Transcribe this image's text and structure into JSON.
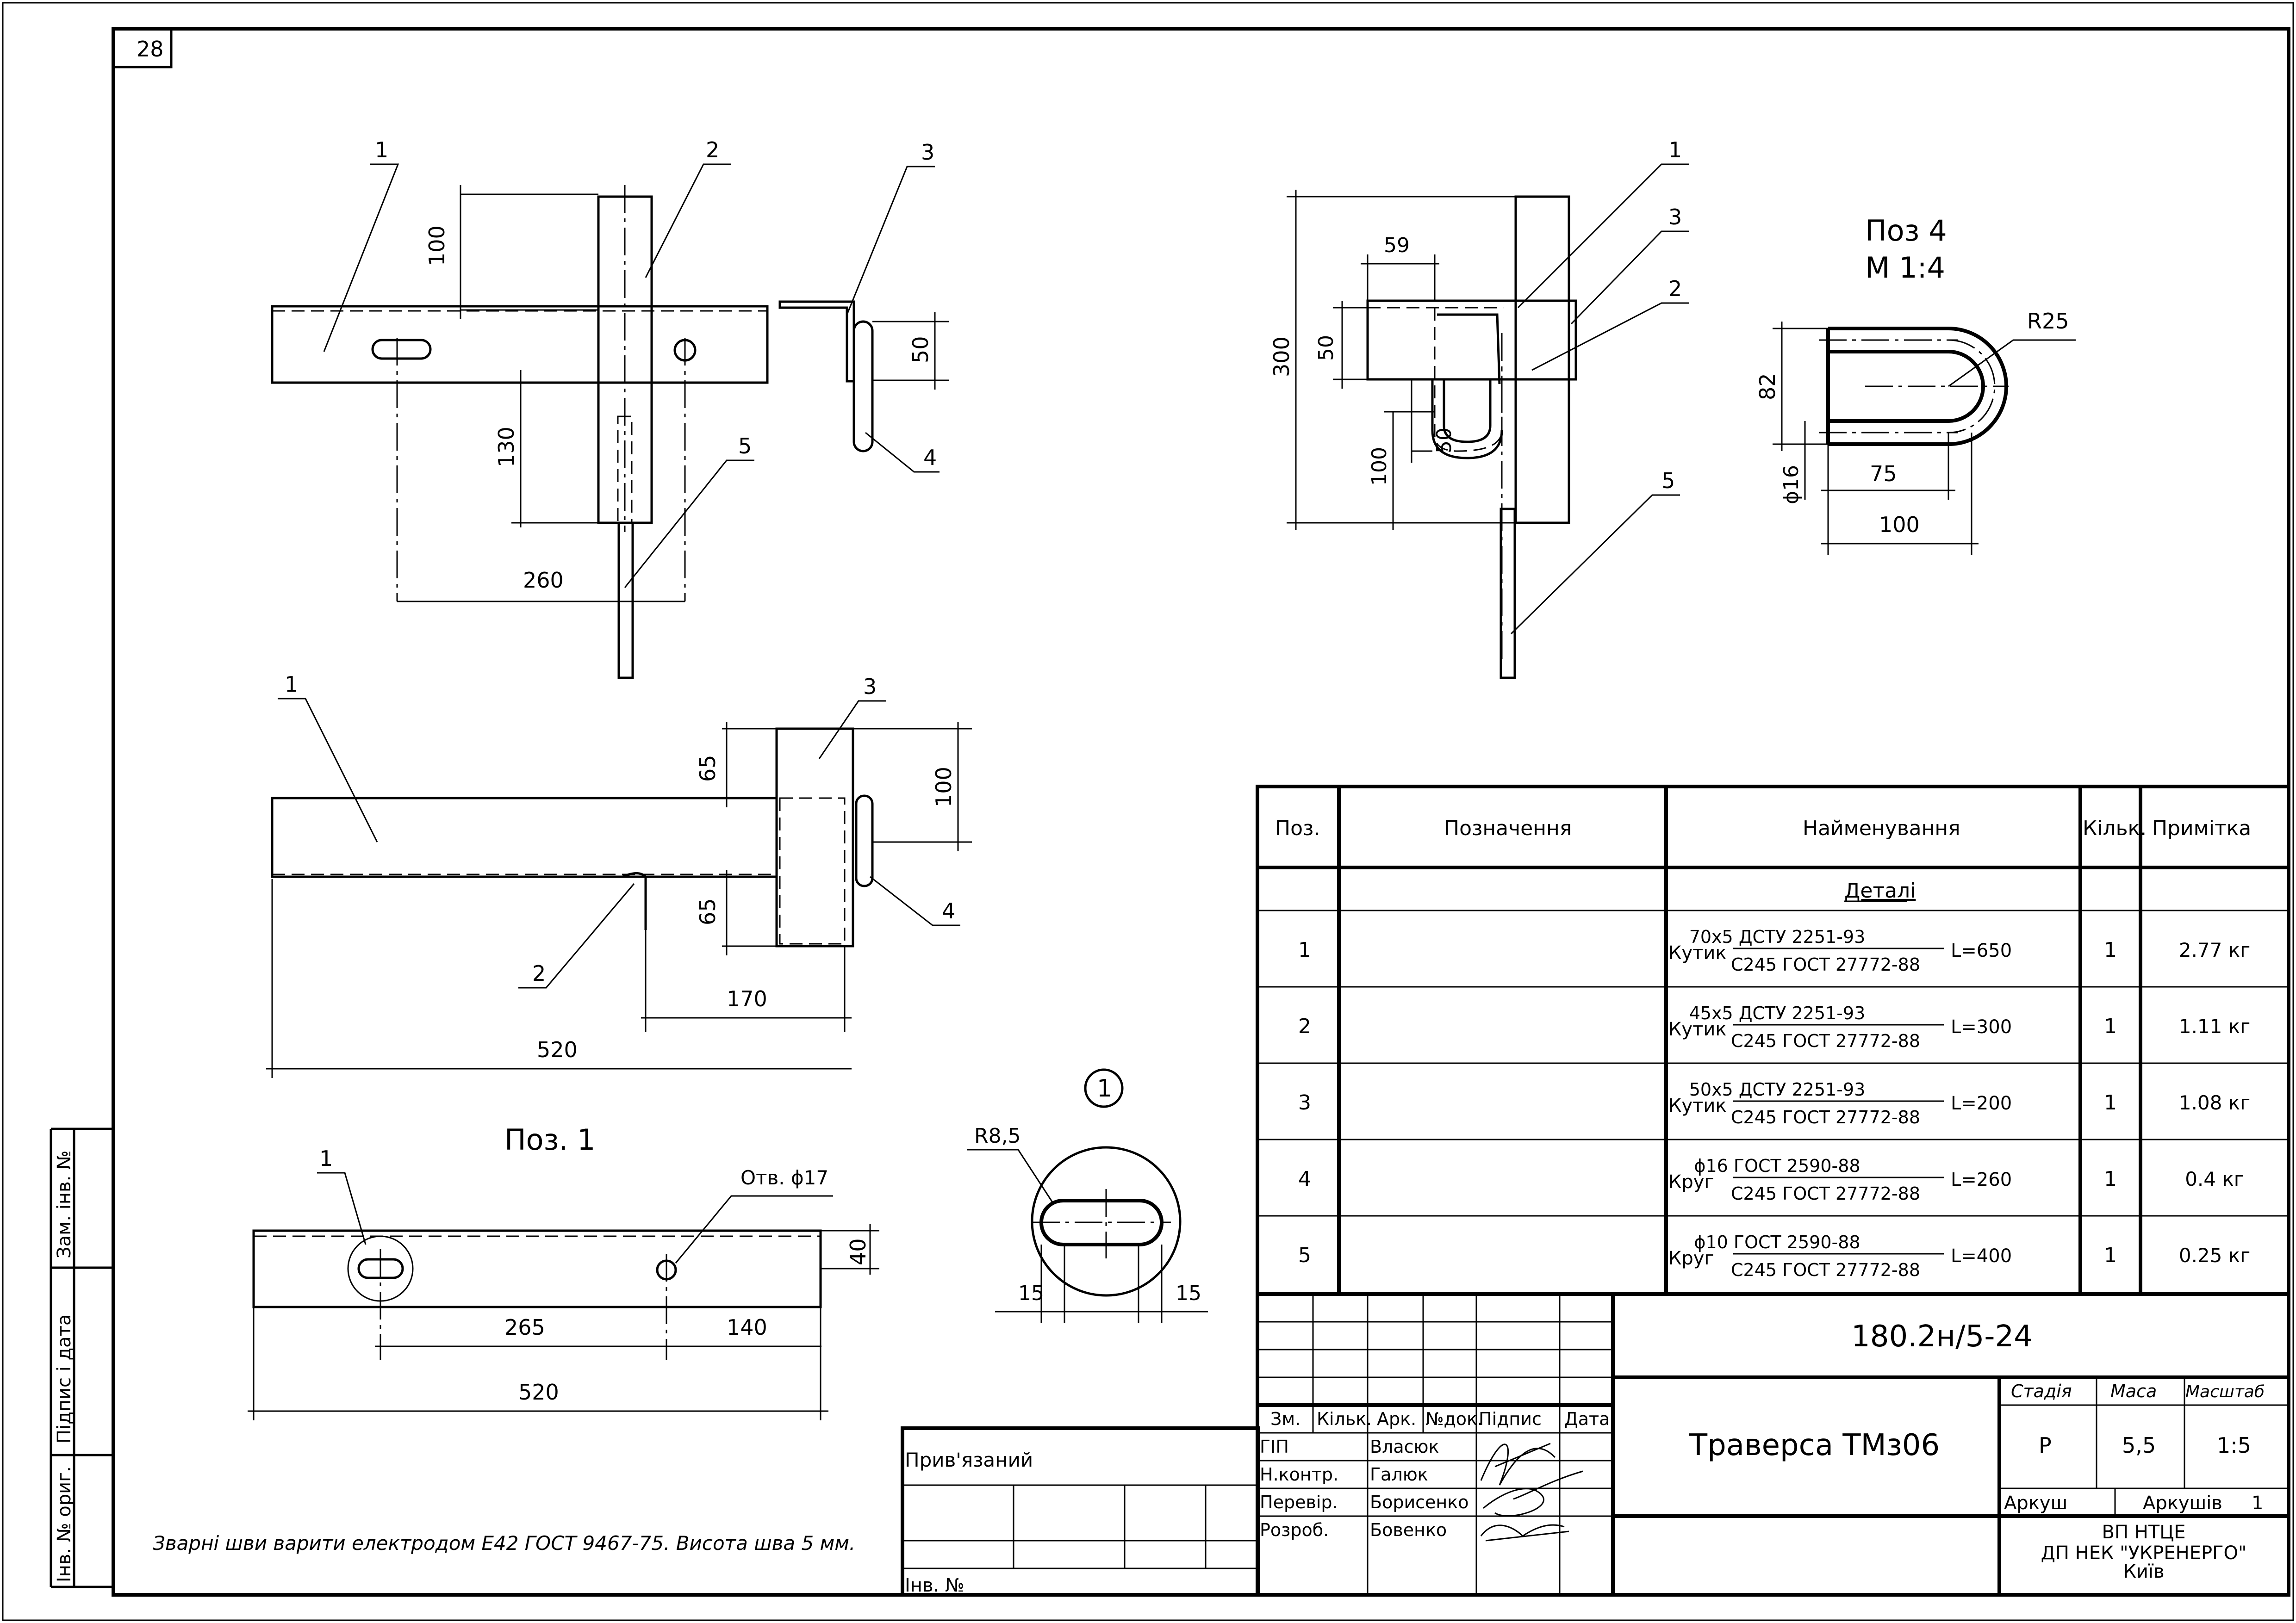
{
  "sheet_number": "28",
  "views": {
    "top_left": {
      "labels": [
        "1",
        "2",
        "3",
        "4",
        "5"
      ],
      "dims": [
        "100",
        "50",
        "130",
        "260"
      ]
    },
    "middle_left": {
      "labels": [
        "1",
        "2",
        "3",
        "4"
      ],
      "dims": [
        "65",
        "100",
        "65",
        "170",
        "520"
      ]
    },
    "pos1": {
      "title": "Поз. 1",
      "label1": "1",
      "hole": "Отв. ϕ17",
      "dims": [
        "40",
        "265",
        "140",
        "520"
      ]
    },
    "detail1": {
      "marker": "1",
      "radius": "R8,5",
      "dims": [
        "15",
        "15"
      ]
    },
    "top_right": {
      "labels": [
        "1",
        "3",
        "2",
        "5"
      ],
      "dims": [
        "59",
        "300",
        "50",
        "50",
        "100"
      ]
    },
    "pos4": {
      "title1": "Поз 4",
      "title2": "М 1:4",
      "radius": "R25",
      "dims": [
        "82",
        "ϕ16",
        "75",
        "100"
      ]
    }
  },
  "spec_table": {
    "headers": [
      "Поз.",
      "Позначення",
      "Найменування",
      "Кільк.",
      "Примітка"
    ],
    "section": "Деталі",
    "rows": [
      {
        "pos": "1",
        "kind": "Кутик",
        "top": "70x5 ДСТУ 2251-93",
        "bottom": "С245 ГОСТ 27772-88",
        "length": "L=650",
        "qty": "1",
        "note": "2.77 кг"
      },
      {
        "pos": "2",
        "kind": "Кутик",
        "top": "45x5 ДСТУ 2251-93",
        "bottom": "С245 ГОСТ 27772-88",
        "length": "L=300",
        "qty": "1",
        "note": "1.11 кг"
      },
      {
        "pos": "3",
        "kind": "Кутик",
        "top": "50x5 ДСТУ 2251-93",
        "bottom": "С245 ГОСТ 27772-88",
        "length": "L=200",
        "qty": "1",
        "note": "1.08 кг"
      },
      {
        "pos": "4",
        "kind": "Круг",
        "top": "ϕ16 ГОСТ 2590-88",
        "bottom": "С245 ГОСТ 27772-88",
        "length": "L=260",
        "qty": "1",
        "note": "0.4 кг"
      },
      {
        "pos": "5",
        "kind": "Круг",
        "top": "ϕ10 ГОСТ 2590-88",
        "bottom": "С245 ГОСТ 27772-88",
        "length": "L=400",
        "qty": "1",
        "note": "0.25 кг"
      }
    ]
  },
  "title_block": {
    "doc_code": "180.2н/5-24",
    "title": "Траверса ТМз06",
    "change_headers": [
      "Зм.",
      "Кільк.",
      "Арк.",
      "№док.",
      "Підпис",
      "Дата"
    ],
    "roles": [
      {
        "role": "ГІП",
        "name": "Власюк"
      },
      {
        "role": "Н.контр.",
        "name": "Галюк"
      },
      {
        "role": "Перевір.",
        "name": "Борисенко"
      },
      {
        "role": "Розроб.",
        "name": "Бовенко"
      }
    ],
    "stage_label": "Стадія",
    "mass_label": "Маса",
    "scale_label": "Масштаб",
    "stage": "Р",
    "mass": "5,5",
    "scale": "1:5",
    "sheet_label": "Аркуш",
    "sheets_label": "Аркушів",
    "sheets": "1",
    "org1": "ВП НТЦЕ",
    "org2": "ДП НЕК \"УКРЕНЕРГО\"",
    "org3": "Київ",
    "linked": "Прив'язаний",
    "inv_no": "Інв. №"
  },
  "side_stamp": [
    "Зам. інв. №",
    "Підпис і дата",
    "Інв. № ориг."
  ],
  "note": "Зварні шви варити електродом Е42 ГОСТ 9467-75. Висота шва 5 мм."
}
